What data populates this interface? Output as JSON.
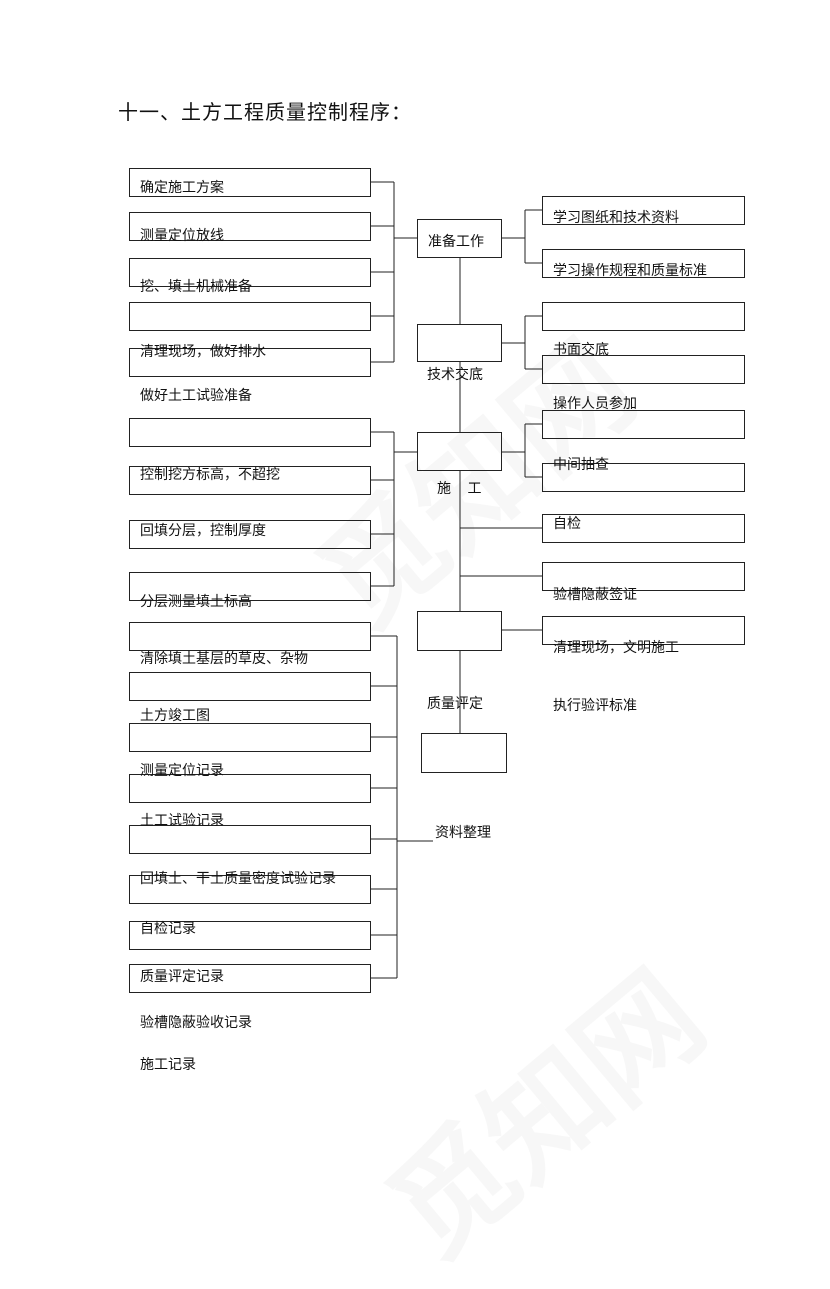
{
  "title": "十一、土方工程质量控制程序：",
  "left_items": [
    "确定施工方案",
    "测量定位放线",
    "挖、填土机械准备",
    "清理现场，做好排水",
    "做好土工试验准备",
    "控制挖方标高，不超挖",
    "回填分层，控制厚度",
    "分层测量填土标高",
    "清除填土基层的草皮、杂物",
    "土方竣工图",
    "测量定位记录",
    "土工试验记录",
    "回填土、干土质量密度试验记录",
    "自检记录",
    "质量评定记录",
    "验槽隐蔽验收记录",
    "施工记录"
  ],
  "center": {
    "prep": "准备工作",
    "tech": "技术交底",
    "construct": "施 工",
    "quality": "质量评定",
    "docs": "资料整理"
  },
  "right_items": [
    "学习图纸和技术资料",
    "学习操作规程和质量标准",
    "书面交底",
    "操作人员参加",
    "中间抽查",
    "自检",
    "验槽隐蔽签证",
    "清理现场，文明施工",
    "执行验评标准"
  ]
}
